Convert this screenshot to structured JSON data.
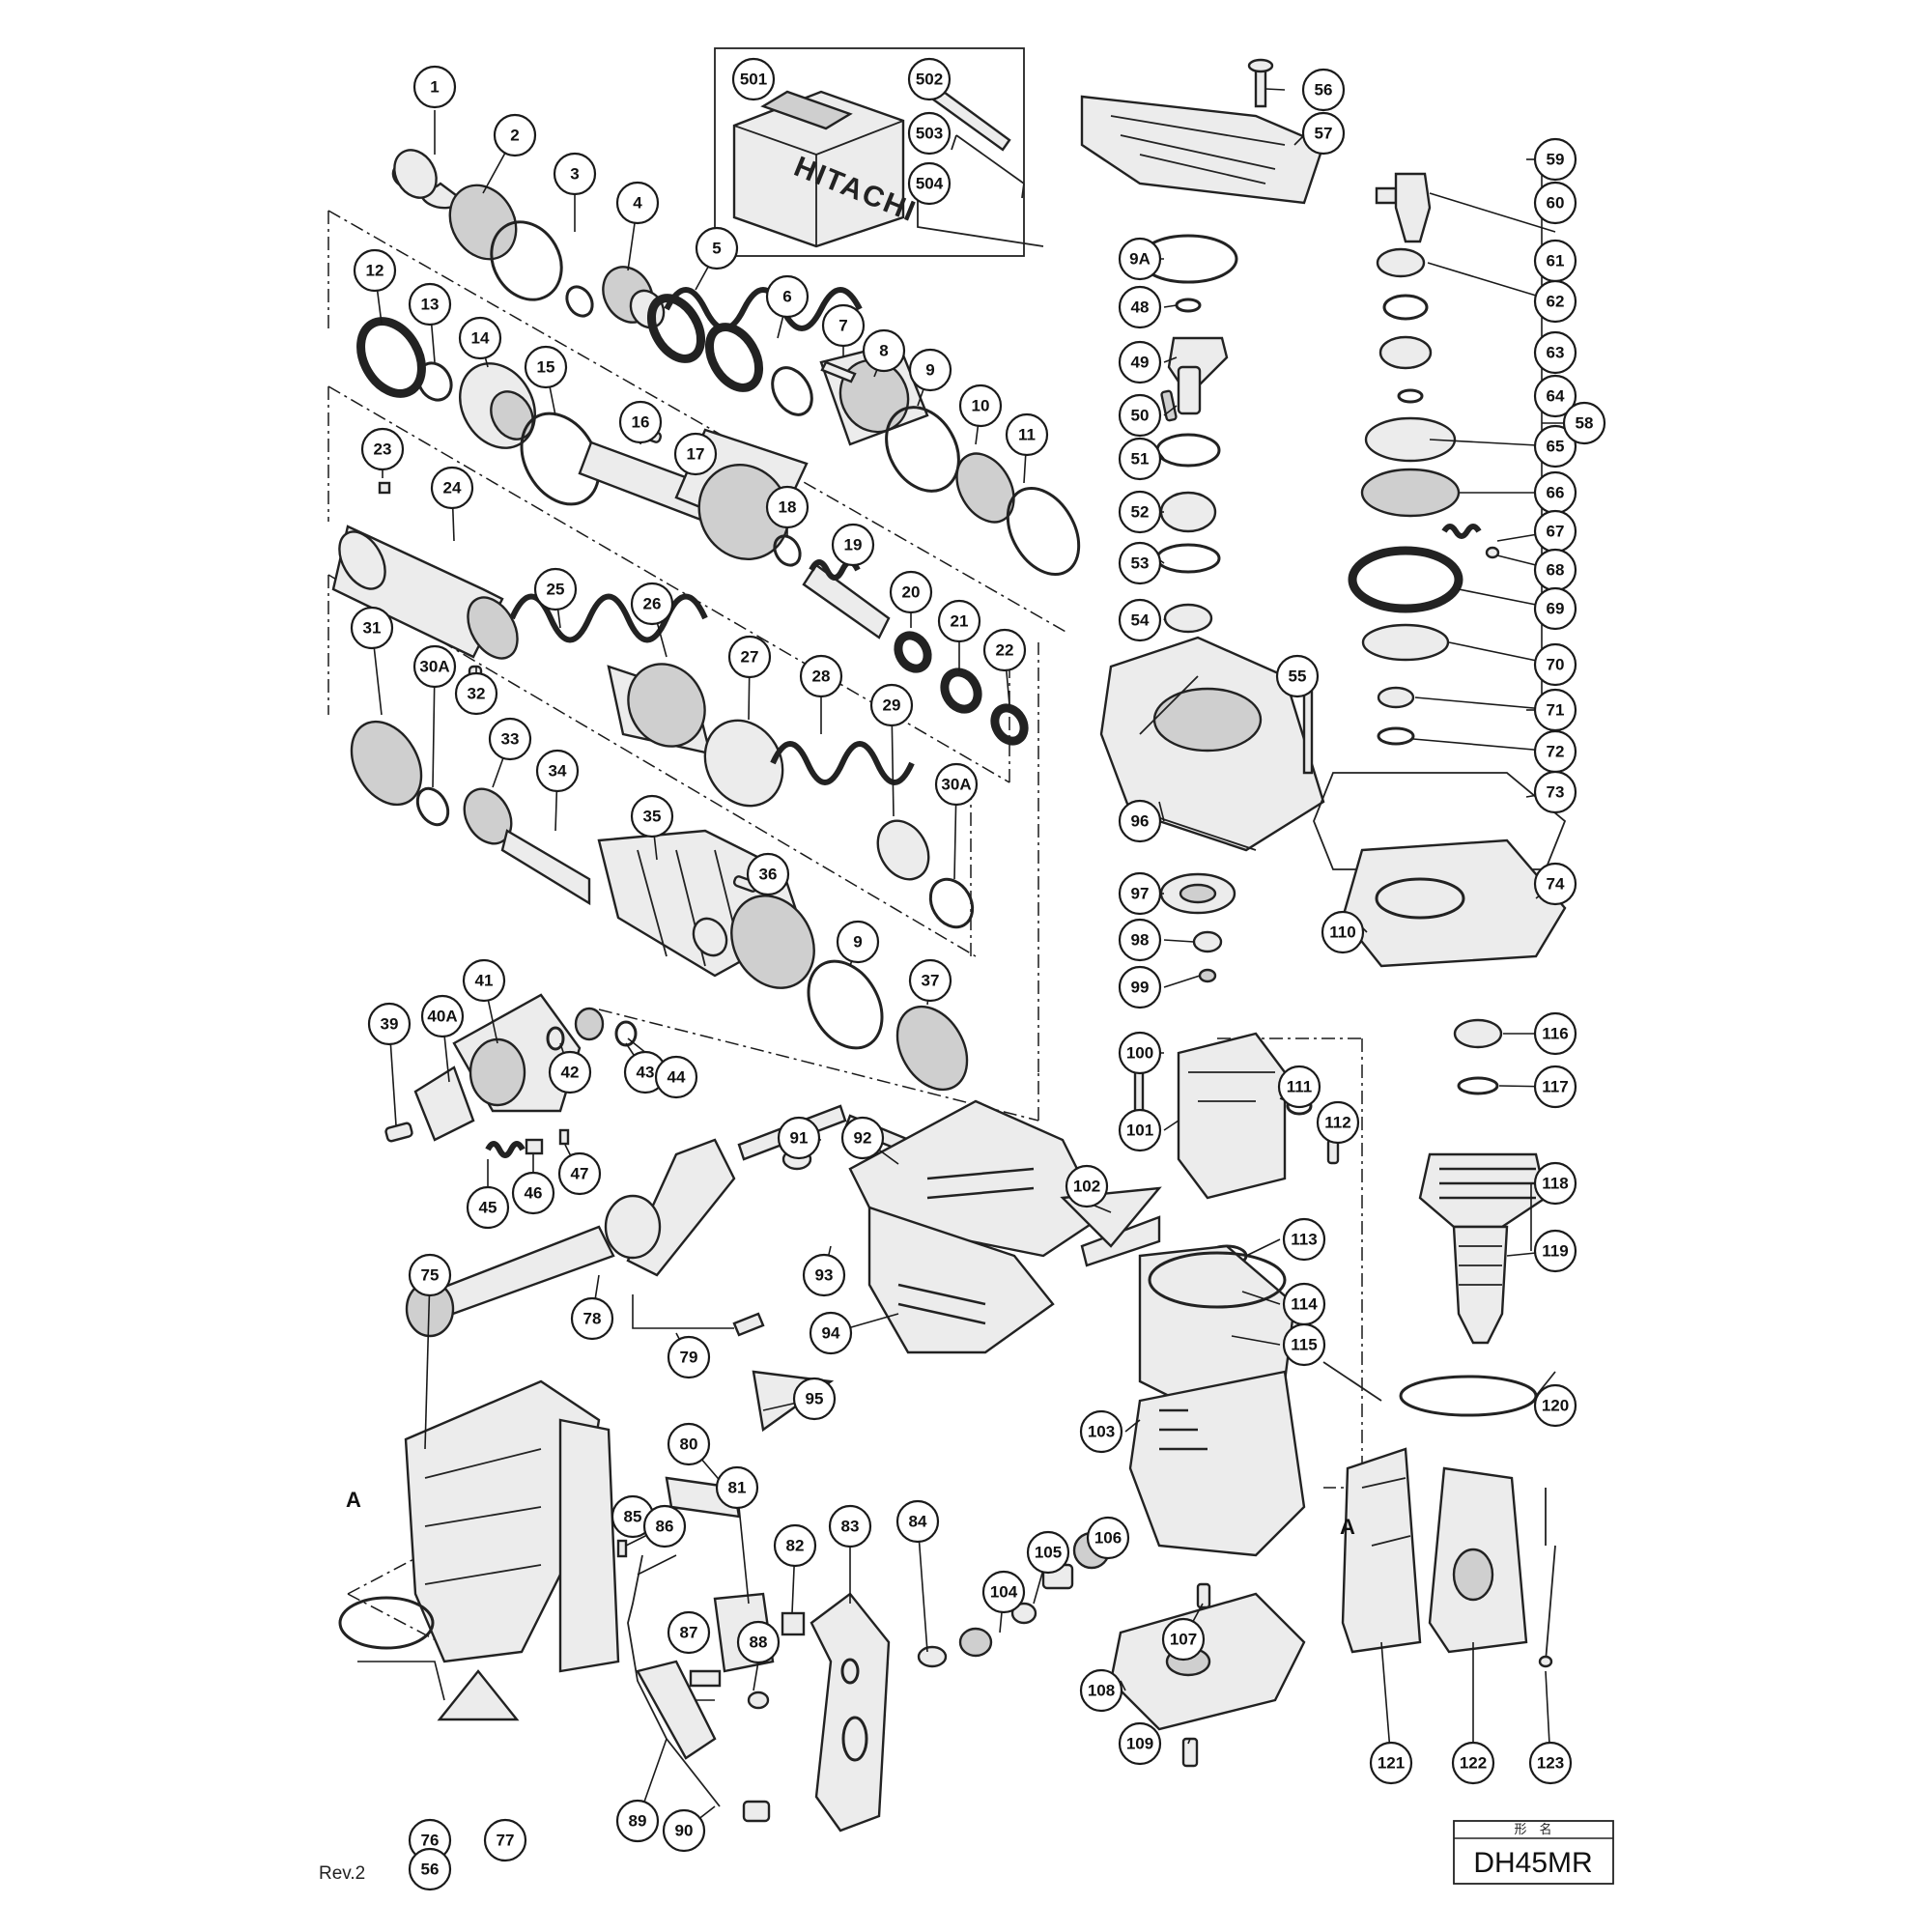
{
  "model_box": {
    "small_label": "形　名",
    "model": "DH45MR"
  },
  "revision": "Rev.2",
  "case_logo": "HITACHI",
  "section_markers": [
    "A",
    "A"
  ],
  "callouts": [
    "1",
    "2",
    "3",
    "4",
    "5",
    "6",
    "7",
    "8",
    "9",
    "10",
    "11",
    "12",
    "13",
    "14",
    "15",
    "16",
    "17",
    "18",
    "19",
    "20",
    "21",
    "22",
    "23",
    "24",
    "25",
    "26",
    "27",
    "28",
    "29",
    "30A",
    "30A",
    "31",
    "32",
    "33",
    "34",
    "35",
    "36",
    "9",
    "37",
    "41",
    "40A",
    "39",
    "42",
    "43",
    "44",
    "45",
    "46",
    "47",
    "91",
    "92",
    "78",
    "79",
    "75",
    "76",
    "56",
    "77",
    "80",
    "81",
    "82",
    "85",
    "86",
    "87",
    "88",
    "89",
    "90",
    "83",
    "84",
    "93",
    "94",
    "95",
    "501",
    "502",
    "503",
    "504",
    "56",
    "57",
    "9A",
    "48",
    "49",
    "50",
    "51",
    "52",
    "53",
    "54",
    "55",
    "96",
    "97",
    "98",
    "99",
    "100",
    "101",
    "102",
    "111",
    "112",
    "113",
    "114",
    "115",
    "103",
    "104",
    "105",
    "106",
    "107",
    "108",
    "109",
    "110",
    "59",
    "60",
    "61",
    "62",
    "63",
    "64",
    "65",
    "66",
    "67",
    "68",
    "69",
    "70",
    "71",
    "72",
    "58",
    "73",
    "74",
    "116",
    "117",
    "118",
    "119",
    "120",
    "121",
    "122",
    "123"
  ]
}
